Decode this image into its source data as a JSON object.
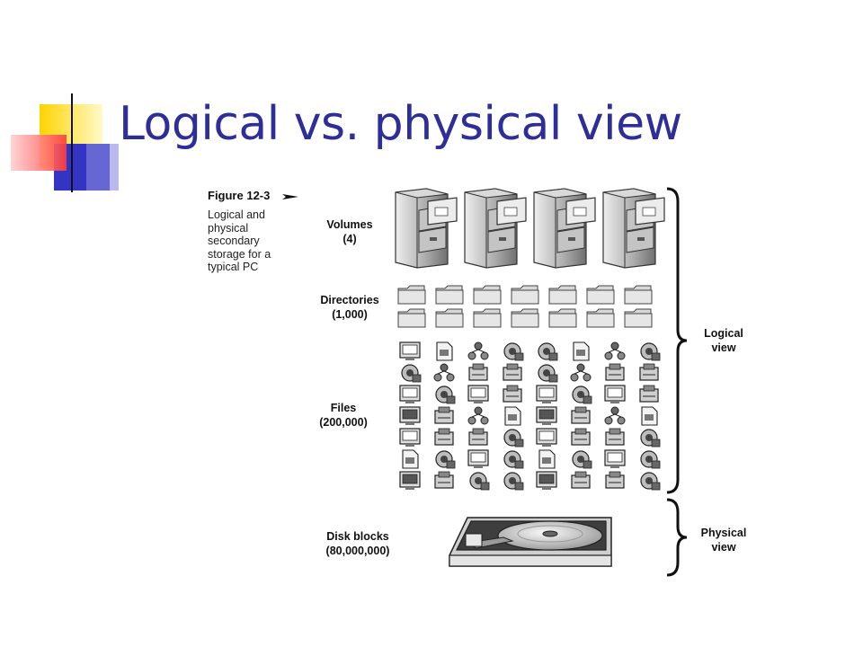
{
  "slide": {
    "title": "Logical vs. physical view"
  },
  "figure": {
    "number": "Figure 12-3",
    "caption": "Logical and physical secondary storage for a typical PC",
    "rows": {
      "volumes": {
        "label": "Volumes",
        "count": "(4)"
      },
      "directories": {
        "label": "Directories",
        "count": "(1,000)"
      },
      "files": {
        "label": "Files",
        "count": "(200,000)"
      },
      "disk_blocks": {
        "label": "Disk blocks",
        "count": "(80,000,000)"
      }
    },
    "brackets": {
      "logical": {
        "line1": "Logical",
        "line2": "view"
      },
      "physical": {
        "line1": "Physical",
        "line2": "view"
      }
    },
    "icons": {
      "volume": "filing-cabinet-icon",
      "directory": "folder-icon",
      "file": "file-icon",
      "disk": "hard-disk-icon"
    }
  }
}
